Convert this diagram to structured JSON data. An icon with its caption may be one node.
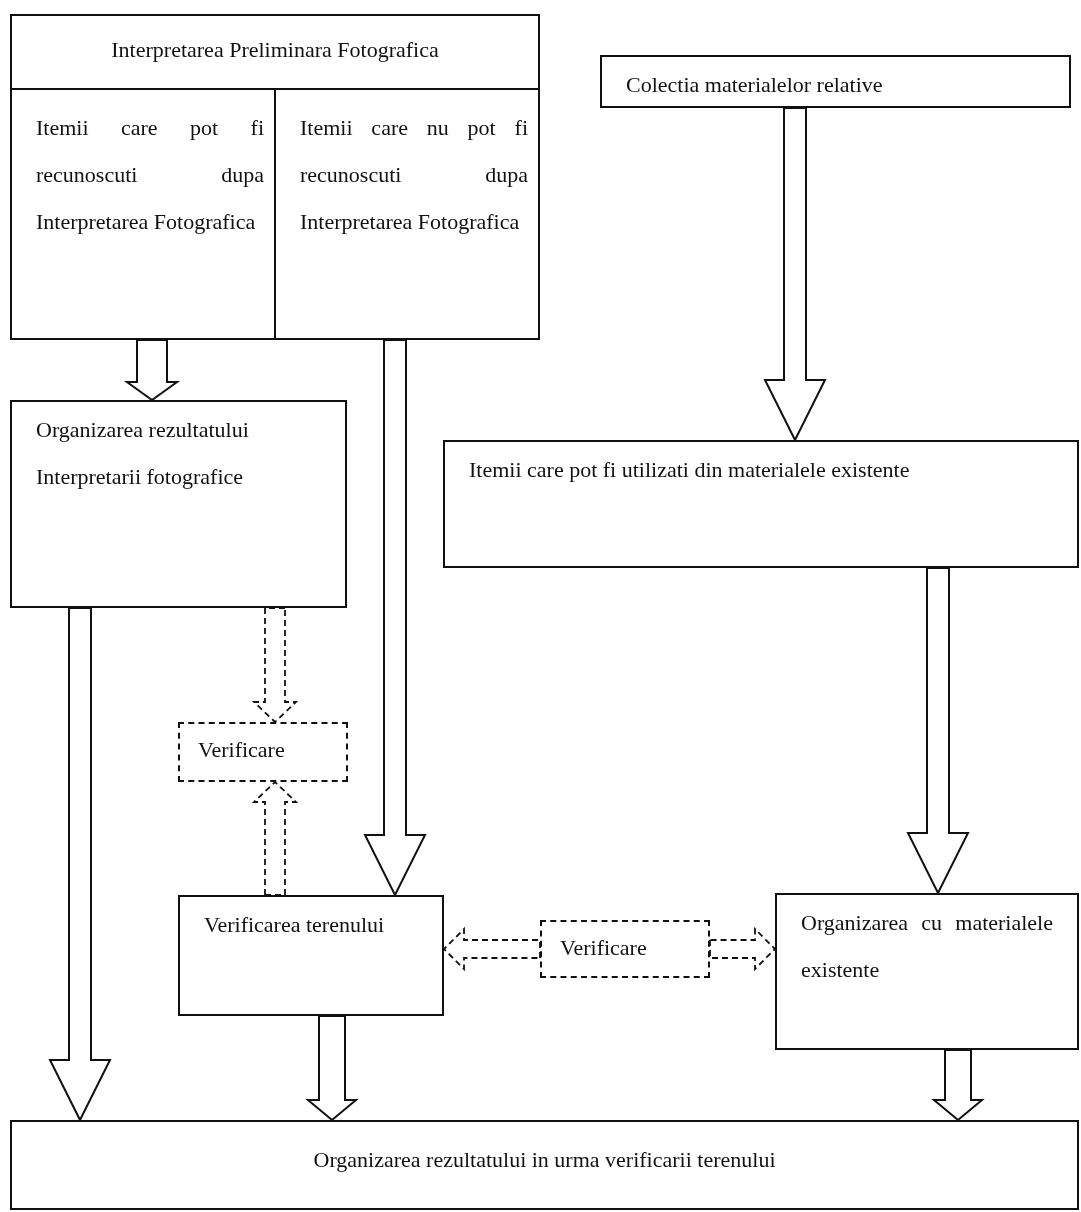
{
  "diagram": {
    "nodes": [
      {
        "text": [
          "Interpretarea Preliminara Fotografica"
        ]
      },
      {
        "text": [
          "Itemii care pot fi recunoscuti dupa Interpretarea Fotografica"
        ],
        "in": 0
      },
      {
        "text": [
          "Itemii care nu pot fi recunoscuti dupa Interpretarea Fotografica"
        ],
        "in": 0
      },
      {
        "text": [
          "Colectia materialelor relative"
        ]
      },
      {
        "text": [
          "Organizarea rezultatului Interpretarii fotografice"
        ]
      },
      {
        "text": [
          "Itemii care pot fi utilizati din materialele existente"
        ]
      },
      {
        "text": [
          "Verificare"
        ]
      },
      {
        "text": [
          "Verificarea terenului"
        ]
      },
      {
        "text": [
          "Verificare"
        ]
      },
      {
        "text": [
          "Organizarea cu materialele existente"
        ]
      },
      {
        "text": [
          "Organizarea rezultatului in urma verificarii terenului"
        ]
      }
    ],
    "edges": [
      {
        "from": 1,
        "to": 4,
        "arrow": "to"
      },
      {
        "from": 2,
        "to": 7,
        "arrow": "to"
      },
      {
        "from": 3,
        "to": 5,
        "arrow": "to"
      },
      {
        "from": 5,
        "to": 9,
        "arrow": "to"
      },
      {
        "from": 4,
        "to": 10,
        "arrow": "to"
      },
      {
        "from": 4,
        "to": 6,
        "arrow": "to",
        "style": "dashed"
      },
      {
        "from": 7,
        "to": 6,
        "arrow": "to",
        "style": "dashed"
      },
      {
        "from": 8,
        "to": 7,
        "arrow": "to",
        "style": "dashed"
      },
      {
        "from": 8,
        "to": 9,
        "arrow": "to",
        "style": "dashed"
      },
      {
        "from": 7,
        "to": 10,
        "arrow": "to"
      },
      {
        "from": 9,
        "to": 10,
        "arrow": "to"
      }
    ]
  }
}
